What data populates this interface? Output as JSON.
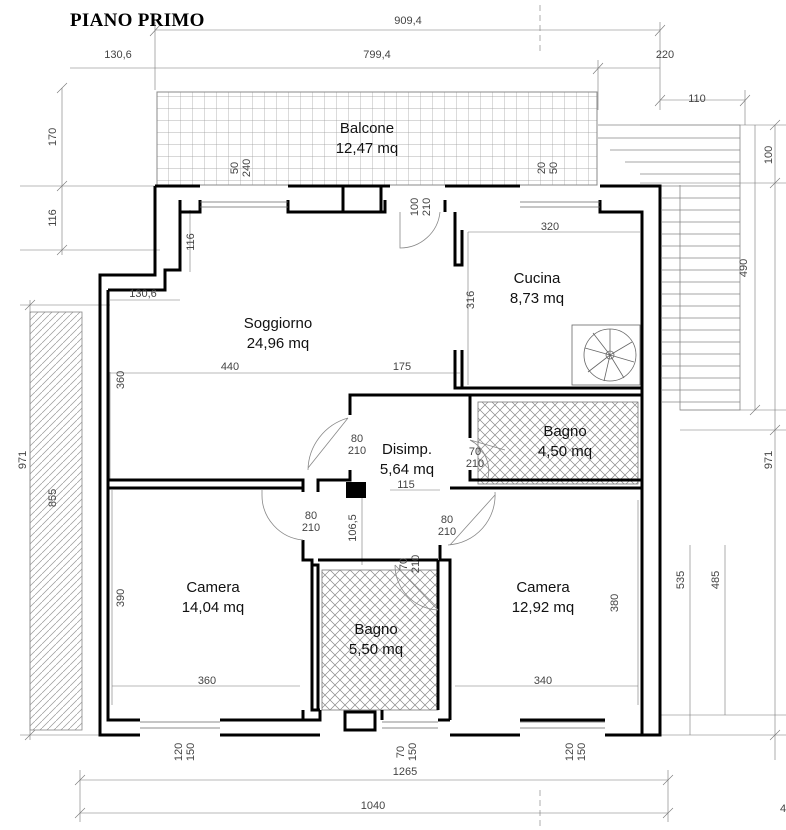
{
  "title": "PIANO PRIMO",
  "rooms": {
    "balcone": {
      "name": "Balcone",
      "area": "12,47 mq"
    },
    "soggiorno": {
      "name": "Soggiorno",
      "area": "24,96 mq"
    },
    "cucina": {
      "name": "Cucina",
      "area": "8,73 mq"
    },
    "disimpegno": {
      "name": "Disimp.",
      "area": "5,64 mq"
    },
    "bagno_1": {
      "name": "Bagno",
      "area": "4,50 mq"
    },
    "camera_1": {
      "name": "Camera",
      "area": "14,04 mq"
    },
    "bagno_2": {
      "name": "Bagno",
      "area": "5,50 mq"
    },
    "camera_2": {
      "name": "Camera",
      "area": "12,92 mq"
    }
  },
  "dimensions": {
    "top_total": "909,4",
    "top_left": "130,6",
    "top_mid": "799,4",
    "top_right": "220",
    "stair_top": "110",
    "left_170": "170",
    "left_116": "116",
    "right_100": "100",
    "right_490": "490",
    "win_50_l": "50",
    "win_240": "240",
    "win_20": "20",
    "win_50_r": "50",
    "door_100": "100",
    "door_210": "210",
    "cucina_w": "320",
    "cucina_h": "316",
    "sogg_116": "116",
    "sogg_130": "130,6",
    "sogg_360": "360",
    "sogg_440": "440",
    "sogg_175": "175",
    "dis_80": "80",
    "dis_210": "210",
    "bagno_70": "70",
    "bagno_210": "210",
    "dis_115": "115",
    "left_971": "971",
    "left_855": "855",
    "right_971": "971",
    "cam1_80": "80",
    "cam1_210": "210",
    "cor_106": "106,5",
    "cam2_80": "80",
    "cam2_210": "210",
    "bagno2_70": "70",
    "bagno2_210": "210",
    "cam1_h": "390",
    "cam2_h": "380",
    "right_535": "535",
    "right_485": "485",
    "cam1_w": "360",
    "cam2_w": "340",
    "win_b1_120": "120",
    "win_b1_150": "150",
    "win_b2_70": "70",
    "win_b2_150": "150",
    "win_b3_120": "120",
    "win_b3_150": "150",
    "bottom_1265": "1265",
    "bottom_1040": "1040",
    "bottom_4": "4"
  }
}
